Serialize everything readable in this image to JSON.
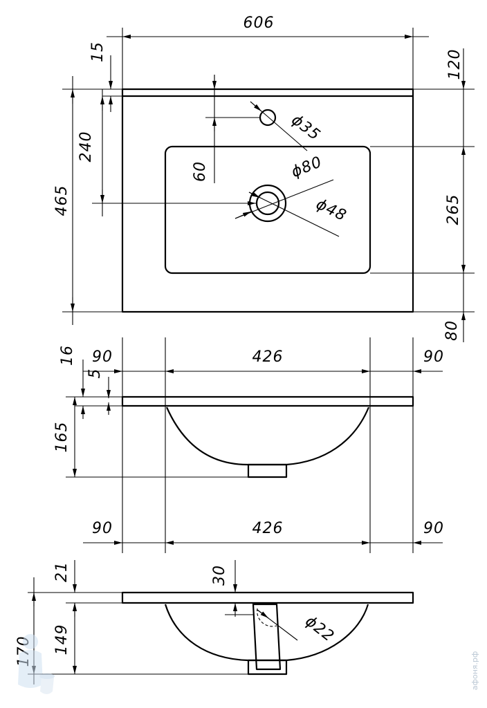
{
  "dimensions": {
    "overall_width": "606",
    "rim_thickness": "15",
    "back_offset": "120",
    "tap_to_drain": "240",
    "tap_hole_diameter": "ϕ35",
    "tap_to_bowl": "60",
    "drain_outer_diameter": "ϕ80",
    "drain_inner_diameter": "ϕ48",
    "overall_depth": "465",
    "bowl_length": "265",
    "front_offset": "80",
    "side_top_thickness": "16",
    "side_groove": "5",
    "side_bowl_depth": "165",
    "left_margin": "90",
    "bowl_width": "426",
    "right_margin": "90",
    "section_rim": "21",
    "tap_hole_offset": "30",
    "total_height": "170",
    "section_bowl_depth": "149",
    "tap_pipe_diameter": "ϕ22"
  },
  "watermark": "афоня.рф"
}
